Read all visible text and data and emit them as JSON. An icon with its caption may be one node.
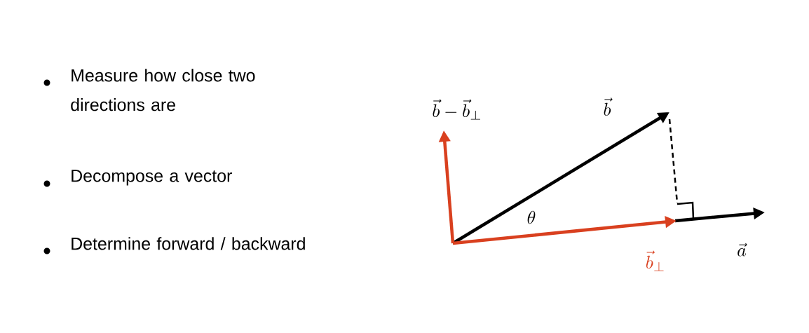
{
  "diagram": {
    "labels": [
      "Measure how close two directions are",
      "Decompose a vector",
      "Determine forward / backward",
      "\\vec{b} - \\vec{b}_{\\perp}",
      "\\vec{b}",
      "\\theta",
      "\\vec{b}_{\\perp}",
      "\\vec{a}"
    ]
  }
}
